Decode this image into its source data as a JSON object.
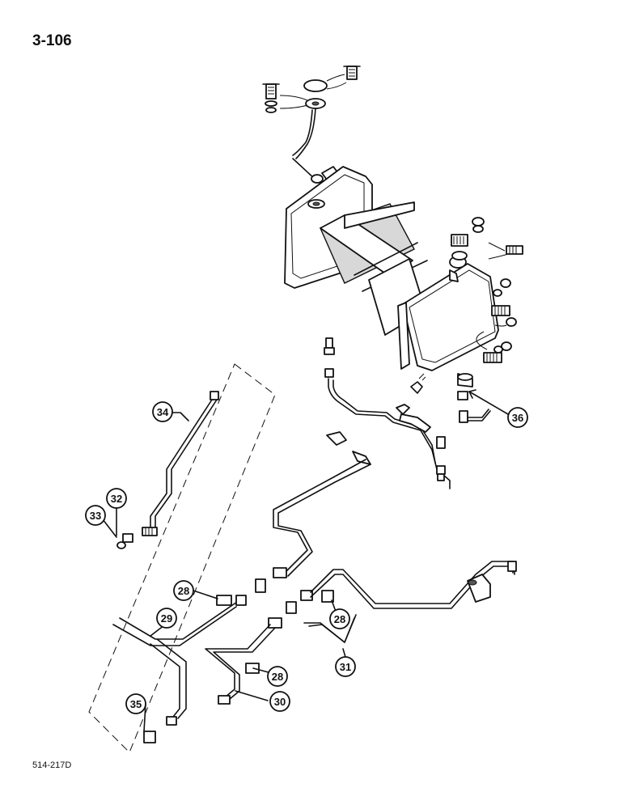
{
  "page": {
    "number": "3-106",
    "figure_ref": "514-217D"
  },
  "callouts": [
    {
      "id": "callout-34",
      "label": "34"
    },
    {
      "id": "callout-32",
      "label": "32"
    },
    {
      "id": "callout-33",
      "label": "33"
    },
    {
      "id": "callout-28a",
      "label": "28"
    },
    {
      "id": "callout-29",
      "label": "29"
    },
    {
      "id": "callout-35",
      "label": "35"
    },
    {
      "id": "callout-28b",
      "label": "28"
    },
    {
      "id": "callout-28c",
      "label": "28"
    },
    {
      "id": "callout-30",
      "label": "30"
    },
    {
      "id": "callout-31",
      "label": "31"
    },
    {
      "id": "callout-36",
      "label": "36"
    }
  ]
}
